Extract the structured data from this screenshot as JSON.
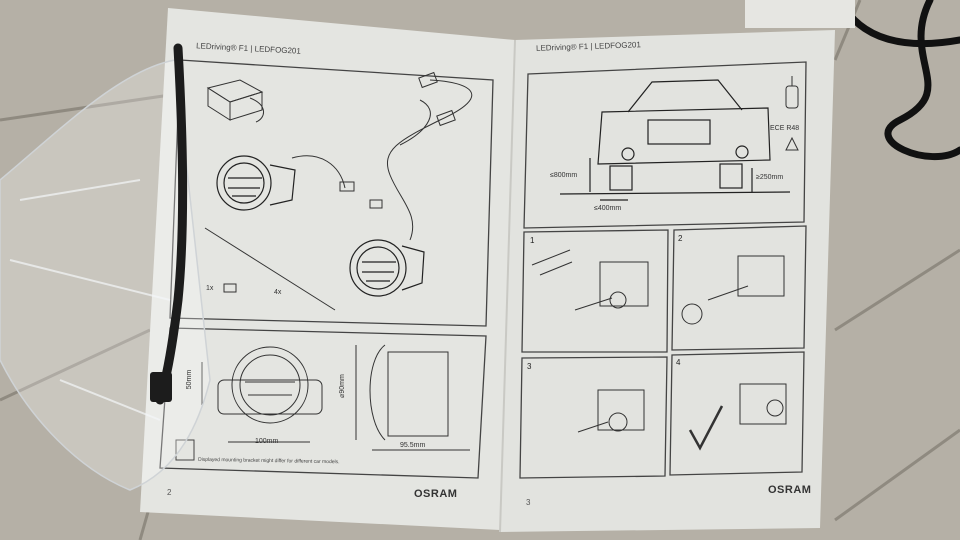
{
  "left_page": {
    "header": "LEDriving® F1  |  LEDFOG201",
    "cable_tie_count": "1x",
    "connector_count": "4x",
    "dim_height": "50mm",
    "dim_width": "100mm",
    "dim_diameter": "⌀90mm",
    "dim_depth": "95.5mm",
    "note": "Displayed mounting bracket might differ for different car models.",
    "page_number": "2",
    "brand": "OSRAM"
  },
  "right_page": {
    "header": "LEDriving® F1  |  LEDFOG201",
    "ece_label": "ECE R48",
    "dim_height_max": "≤800mm",
    "dim_height_min": "≥250mm",
    "dim_side": "≤400mm",
    "steps": [
      "1",
      "2",
      "3",
      "4"
    ],
    "page_number": "3",
    "brand": "OSRAM"
  },
  "colors": {
    "floor": "#b7b2a7",
    "paper": "#e4e4e0",
    "ink": "#3a3a3a",
    "cable_tie": "#1c1c1c"
  }
}
